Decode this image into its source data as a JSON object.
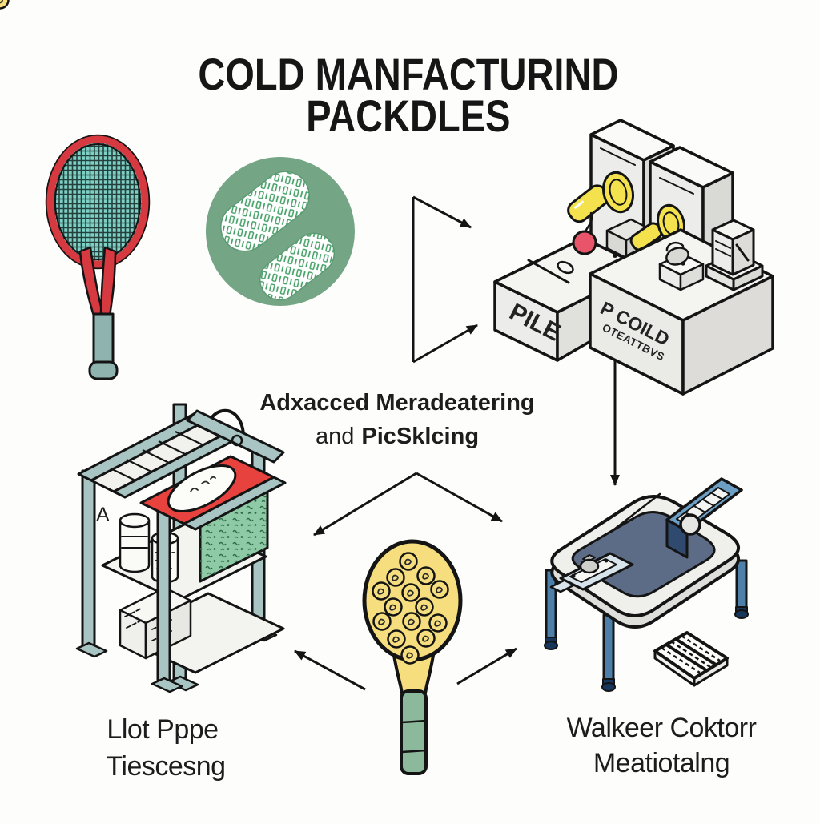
{
  "title": {
    "line1": "COLD MANFACTURIND",
    "line2": "PACKDLES"
  },
  "center_caption": {
    "line1": "Adxacced Meradeatering",
    "line2_regular": "and",
    "line2_bold": "PicSklcing"
  },
  "press_machine": {
    "platform_label": "PILE",
    "block_label_line1": "P COILD",
    "block_label_line2": "OTEATTBVS"
  },
  "rack_machine": {
    "frame_letter": "A"
  },
  "captions": {
    "bottom_left_line1": "Llot Pppe",
    "bottom_left_line2": "Tiescesng",
    "bottom_right_line1": "Walkeer Coktorr",
    "bottom_right_line2": "Meatiotalng"
  },
  "illustrations": {
    "top_left": "tennis-racket-icon",
    "top_center": "paddle-faces-badge-icon",
    "top_right": "press-machine-icon",
    "middle_left": "rack-machine-icon",
    "bottom_center": "pickleball-paddle-icon",
    "bottom_right": "assembly-table-icon",
    "bottom_right_floor": "vent-panel-icon"
  },
  "colors": {
    "outline": "#141414",
    "racket_frame": "#d6393f",
    "racket_strings": "#7ecfc4",
    "racket_handle": "#8fb3af",
    "badge_green": "#74a685",
    "capsule_green": "#3f9e62",
    "machine_grey": "#ececea",
    "accent_yellow": "#f3e14e",
    "accent_red": "#e8556a",
    "rack_frame": "#a8c4c3",
    "tray_red": "#e8423f",
    "panel_green": "#8fcaa6",
    "paddle_yellow": "#f6dd7d",
    "paddle_handle": "#8cb89b",
    "table_top": "#5d6c86",
    "table_leg": "#4d7fa8",
    "ramp_blue": "#6d9fc4"
  }
}
